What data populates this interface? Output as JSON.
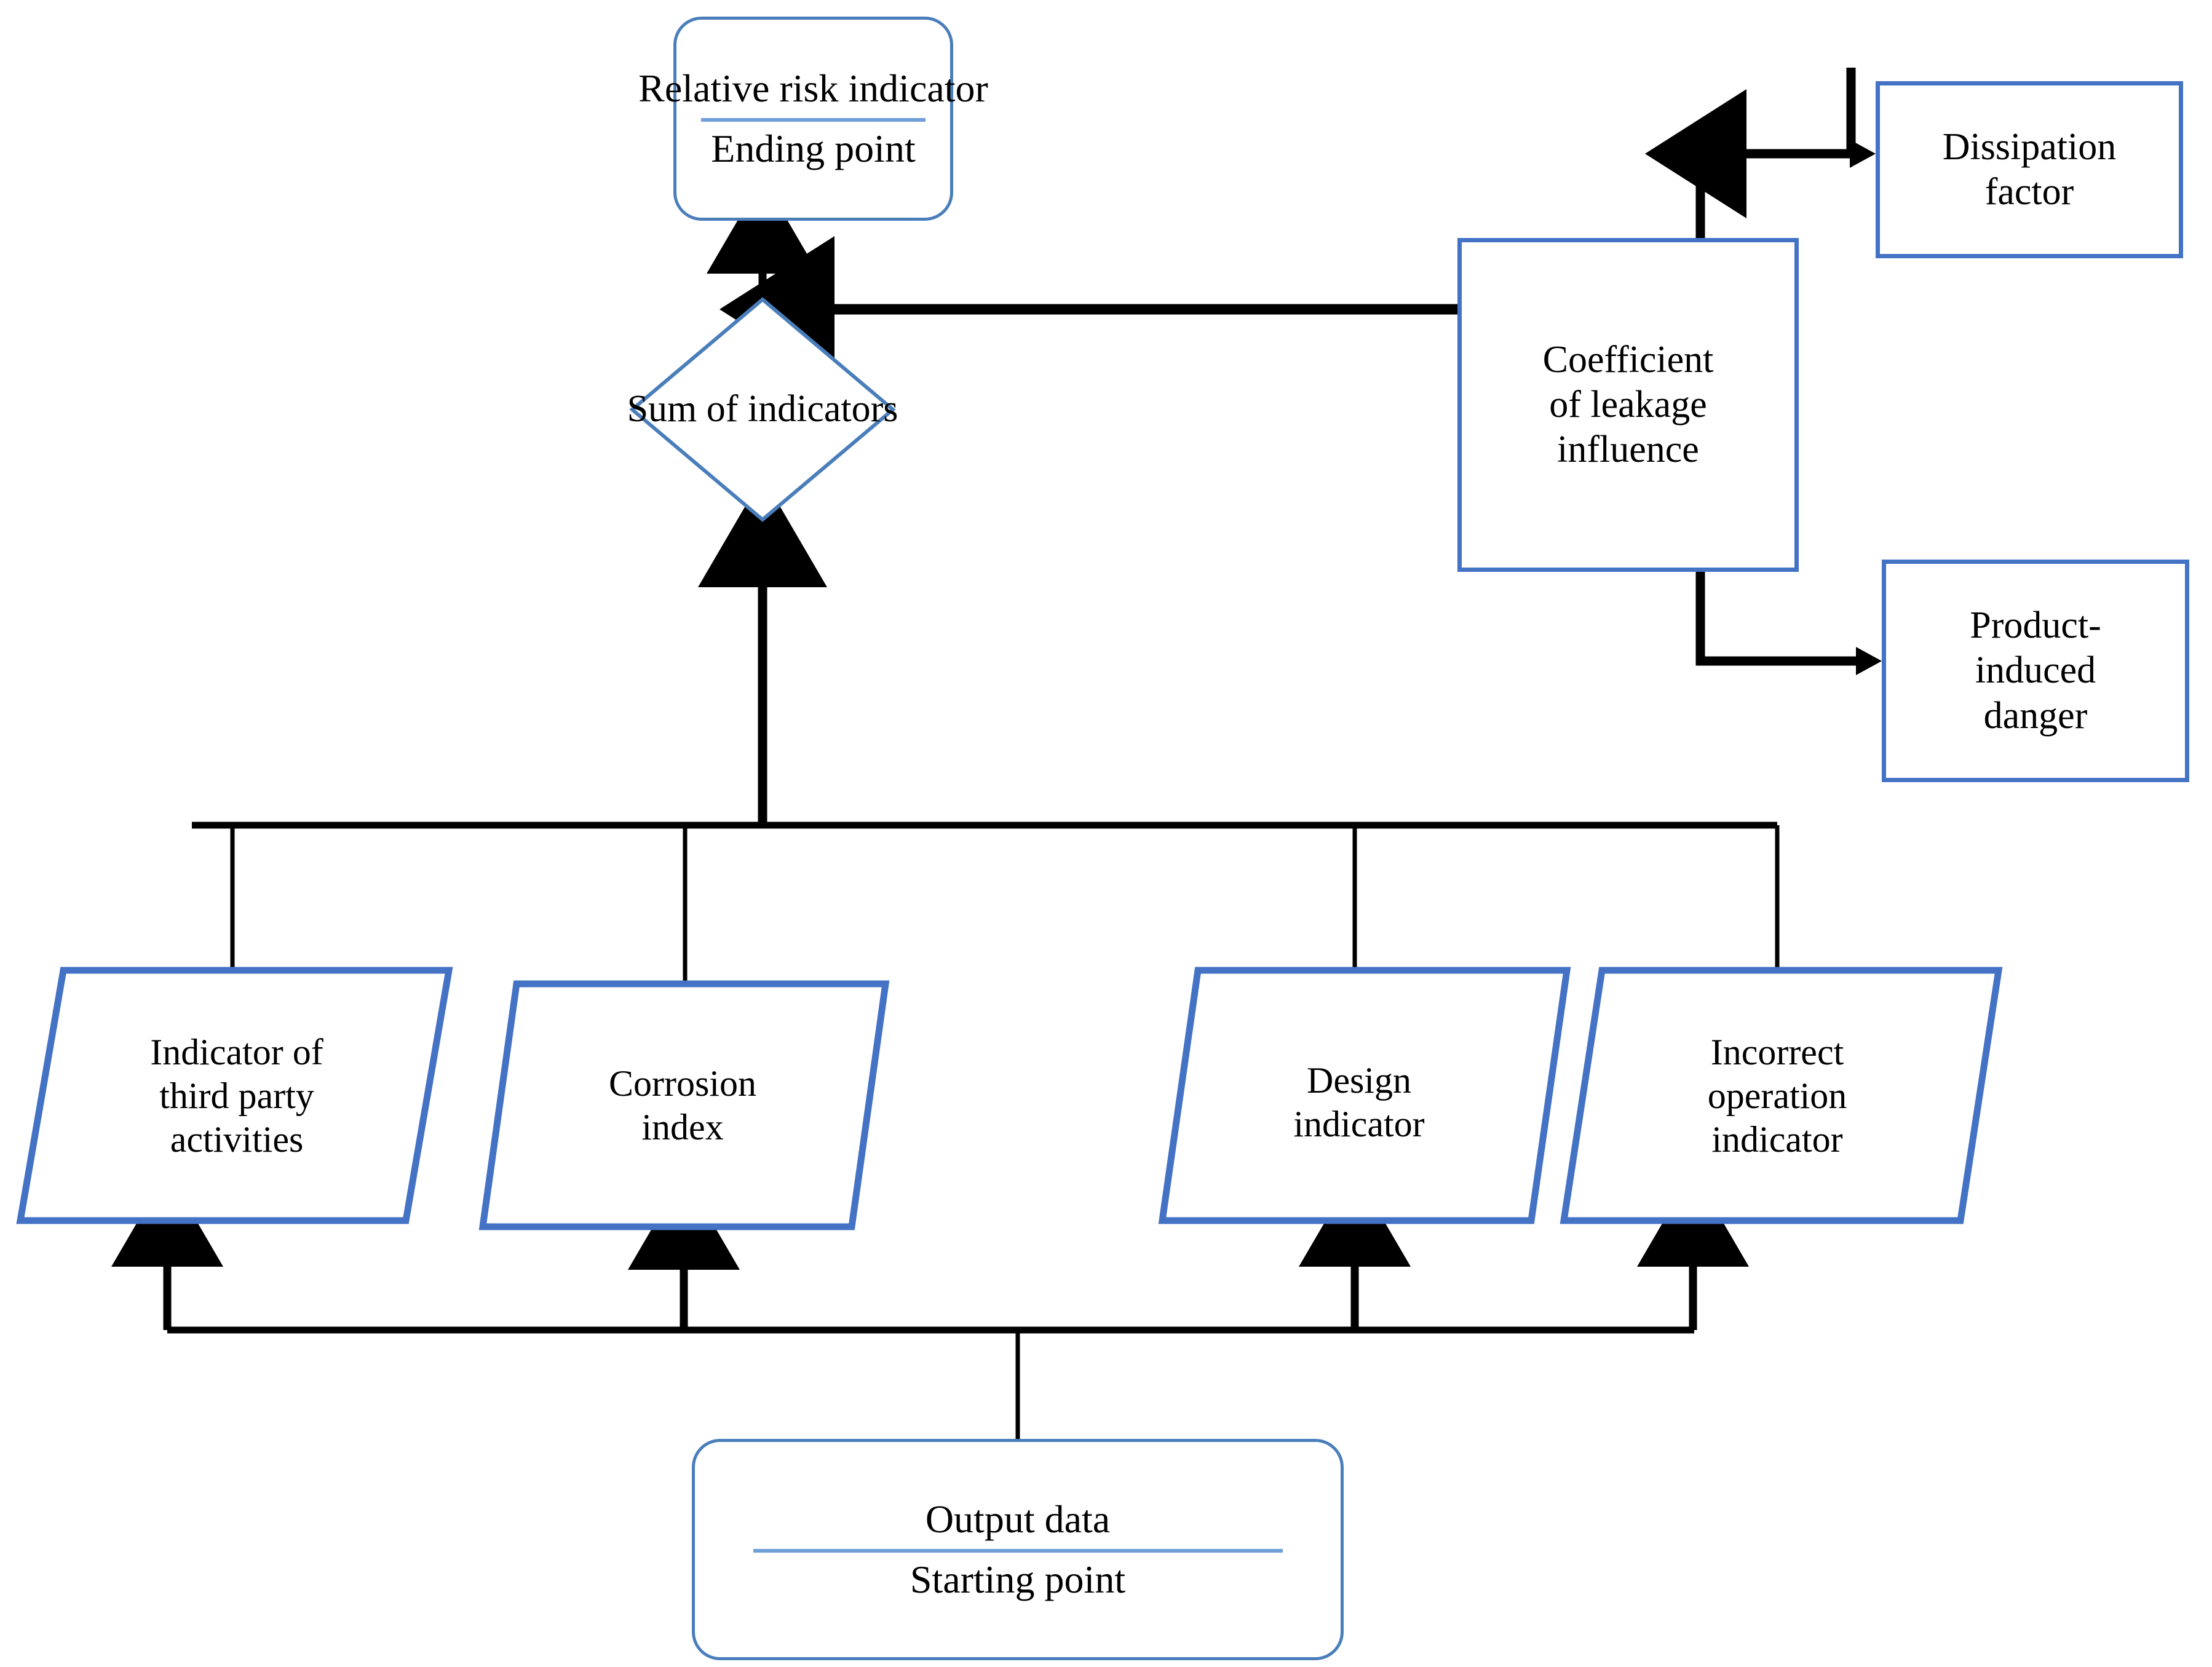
{
  "diagram": {
    "title_visible": false,
    "colors": {
      "box_border_blue": "#4472c4",
      "rounded_border_blue": "#4a7ebb",
      "divider_blue": "#6f9fd8",
      "diamond_border_blue": "#4a7ebb",
      "connector_black": "#000000",
      "background": "#ffffff"
    },
    "nodes": {
      "ending": {
        "line1": "Relative risk indicator",
        "line2": "Ending point",
        "shape": "rounded-rectangle"
      },
      "sum": {
        "label": "Sum of indicators",
        "shape": "diamond"
      },
      "coefficient": {
        "line1": "Coefficient",
        "line2": "of leakage",
        "line3": "influence",
        "shape": "rectangle"
      },
      "dissipation": {
        "line1": "Dissipation",
        "line2": "factor",
        "shape": "rectangle"
      },
      "product_danger": {
        "line1": "Product-",
        "line2": "induced",
        "line3": "danger",
        "shape": "rectangle"
      },
      "third_party": {
        "line1": "Indicator of",
        "line2": "third party",
        "line3": "activities",
        "shape": "parallelogram"
      },
      "corrosion": {
        "line1": "Corrosion",
        "line2": "index",
        "shape": "parallelogram"
      },
      "design": {
        "line1": "Design",
        "line2": "indicator",
        "shape": "parallelogram"
      },
      "incorrect_operation": {
        "line1": "Incorrect",
        "line2": "operation",
        "line3": "indicator",
        "shape": "parallelogram"
      },
      "starting": {
        "line1": "Output data",
        "line2": "Starting point",
        "shape": "rounded-rectangle"
      }
    },
    "edges": [
      {
        "from": "sum",
        "to": "ending",
        "style": "arrow-up"
      },
      {
        "from": "coefficient",
        "to": "ending",
        "style": "arrow-left"
      },
      {
        "from": "coefficient",
        "to": "dissipation",
        "style": "elbow-arrow-right-up"
      },
      {
        "from": "coefficient",
        "to": "product_danger",
        "style": "elbow-arrow-right-down"
      },
      {
        "from": "indicator-bus",
        "to": "sum",
        "style": "arrow-up"
      },
      {
        "from": "third_party",
        "to": "indicator-bus",
        "style": "line"
      },
      {
        "from": "corrosion",
        "to": "indicator-bus",
        "style": "line"
      },
      {
        "from": "design",
        "to": "indicator-bus",
        "style": "line"
      },
      {
        "from": "incorrect_operation",
        "to": "indicator-bus",
        "style": "line"
      },
      {
        "from": "starting-bus",
        "to": "third_party",
        "style": "arrow-up"
      },
      {
        "from": "starting-bus",
        "to": "corrosion",
        "style": "arrow-up"
      },
      {
        "from": "starting-bus",
        "to": "design",
        "style": "arrow-up"
      },
      {
        "from": "starting-bus",
        "to": "incorrect_operation",
        "style": "arrow-up"
      },
      {
        "from": "starting",
        "to": "starting-bus",
        "style": "line"
      }
    ]
  }
}
